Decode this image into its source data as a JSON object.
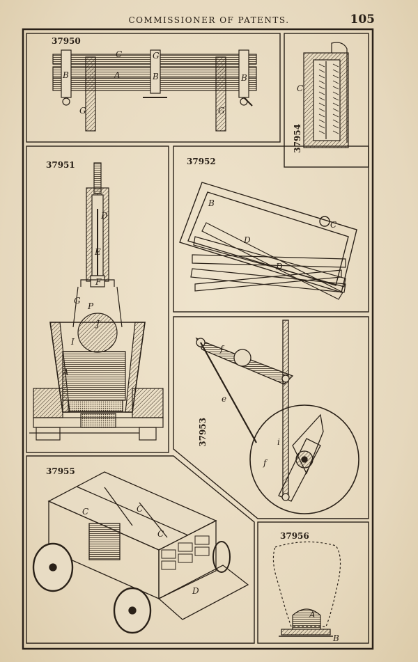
{
  "header": {
    "title": "COMMISSIONER OF PATENTS.",
    "page_number": "105"
  },
  "figures": [
    {
      "id": "37950",
      "letters": [
        "C",
        "G",
        "B",
        "A",
        "B",
        "B",
        "G",
        "G"
      ]
    },
    {
      "id": "37954",
      "letters": [
        "C"
      ]
    },
    {
      "id": "37951",
      "letters": [
        "D",
        "E",
        "F",
        "G",
        "P",
        "J",
        "I",
        "A"
      ]
    },
    {
      "id": "37952",
      "letters": [
        "B",
        "C",
        "D",
        "D"
      ]
    },
    {
      "id": "37953",
      "letters": [
        "f",
        "e",
        "i",
        "f"
      ]
    },
    {
      "id": "37955",
      "letters": [
        "C",
        "C",
        "C",
        "D"
      ]
    },
    {
      "id": "37956",
      "letters": [
        "A",
        "B"
      ]
    }
  ]
}
